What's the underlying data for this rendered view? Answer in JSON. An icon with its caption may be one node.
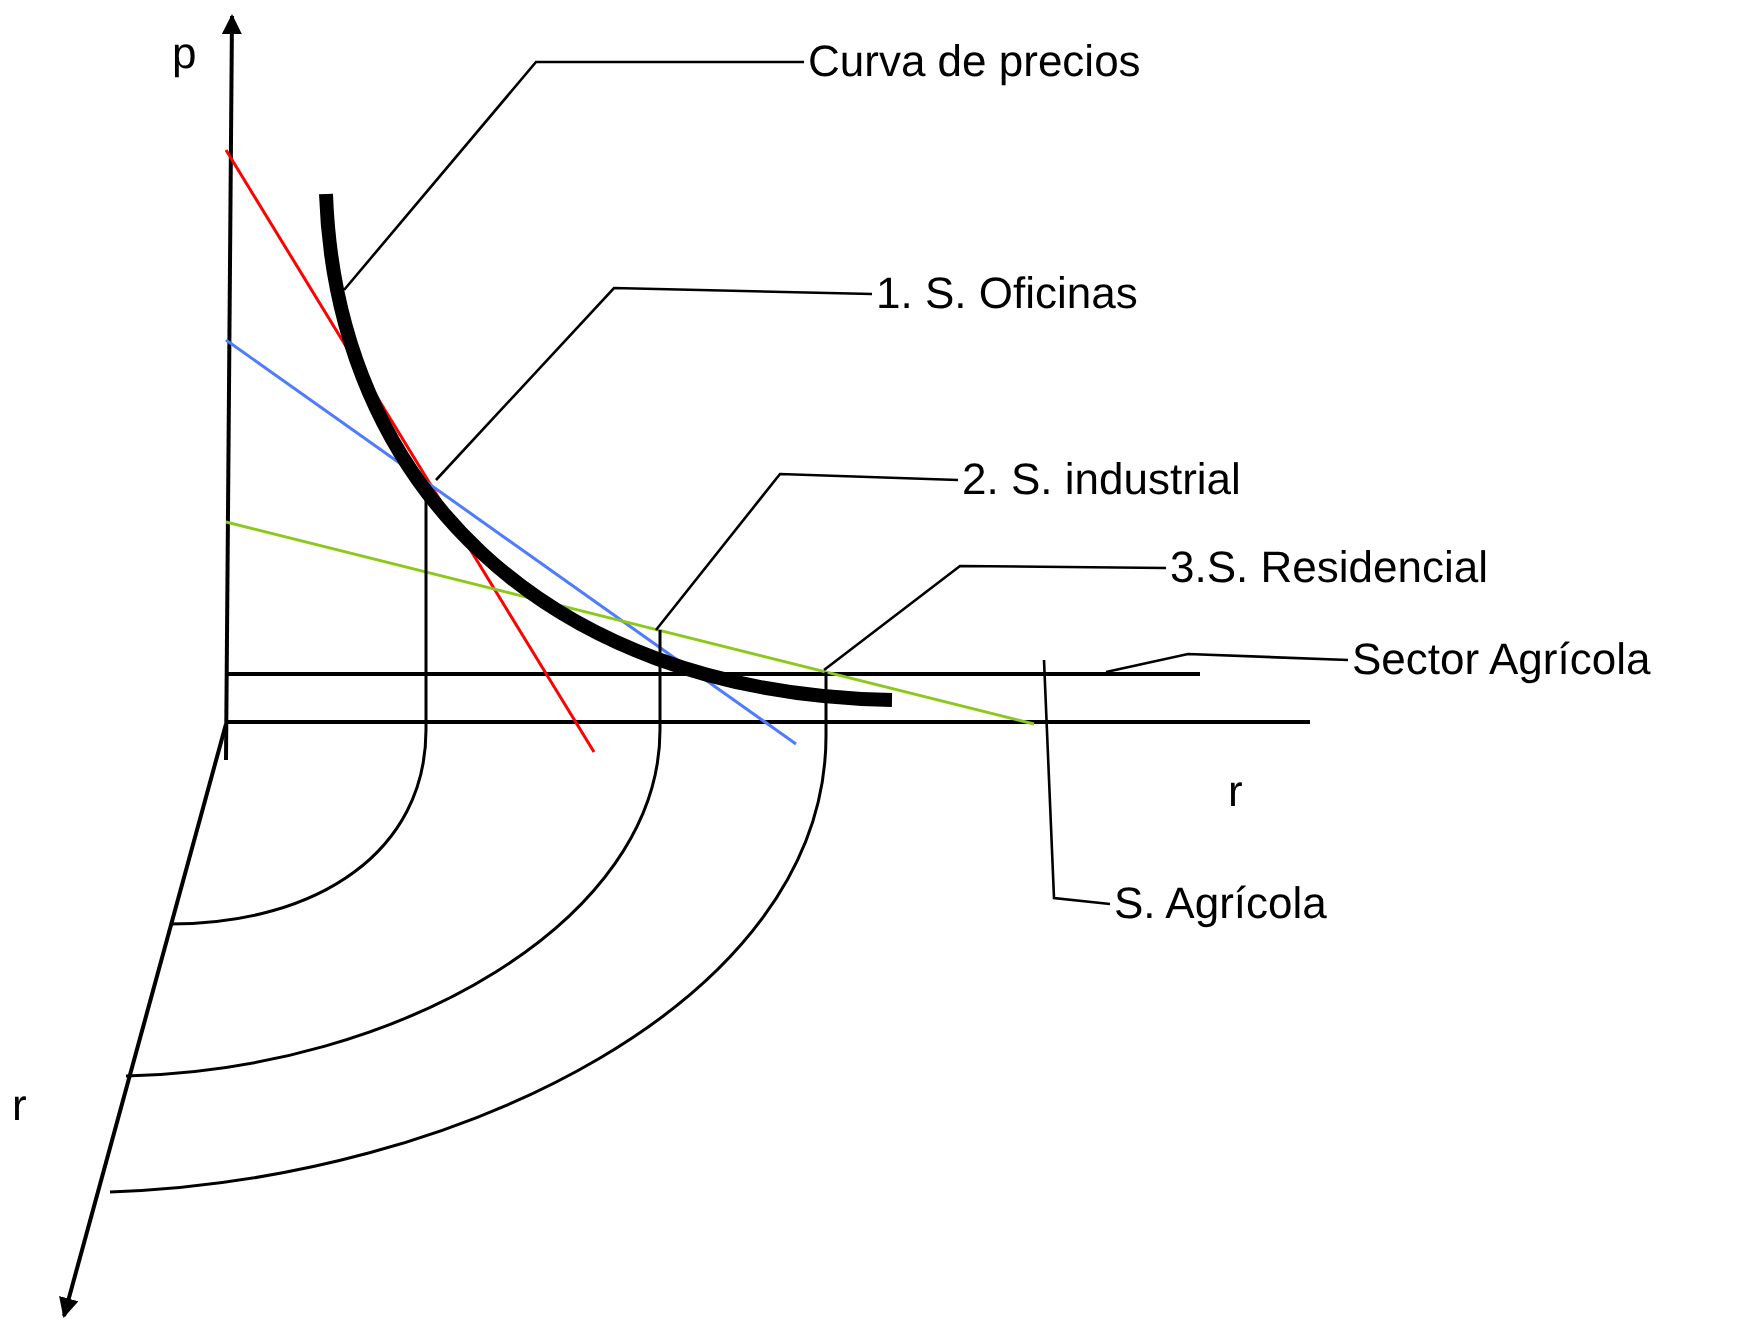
{
  "diagram": {
    "nodes": [
      {
        "text": [
          "Curva de precios"
        ]
      },
      {
        "text": [
          "1. S. Oficinas"
        ]
      },
      {
        "text": [
          "2. S. industrial"
        ]
      },
      {
        "text": [
          "3.S. Residencial"
        ]
      },
      {
        "text": [
          "Sector Agrícola"
        ]
      },
      {
        "text": [
          "S. Agrícola"
        ]
      }
    ],
    "edges": [
      {
        "from": 0,
        "to": null,
        "arrow": "none"
      },
      {
        "from": 1,
        "to": null,
        "arrow": "none"
      },
      {
        "from": 2,
        "to": null,
        "arrow": "none"
      },
      {
        "from": 3,
        "to": null,
        "arrow": "none"
      },
      {
        "from": 4,
        "to": null,
        "arrow": "none"
      },
      {
        "from": 5,
        "to": null,
        "arrow": "none"
      }
    ],
    "labels": [
      "p",
      "r",
      "r"
    ]
  }
}
